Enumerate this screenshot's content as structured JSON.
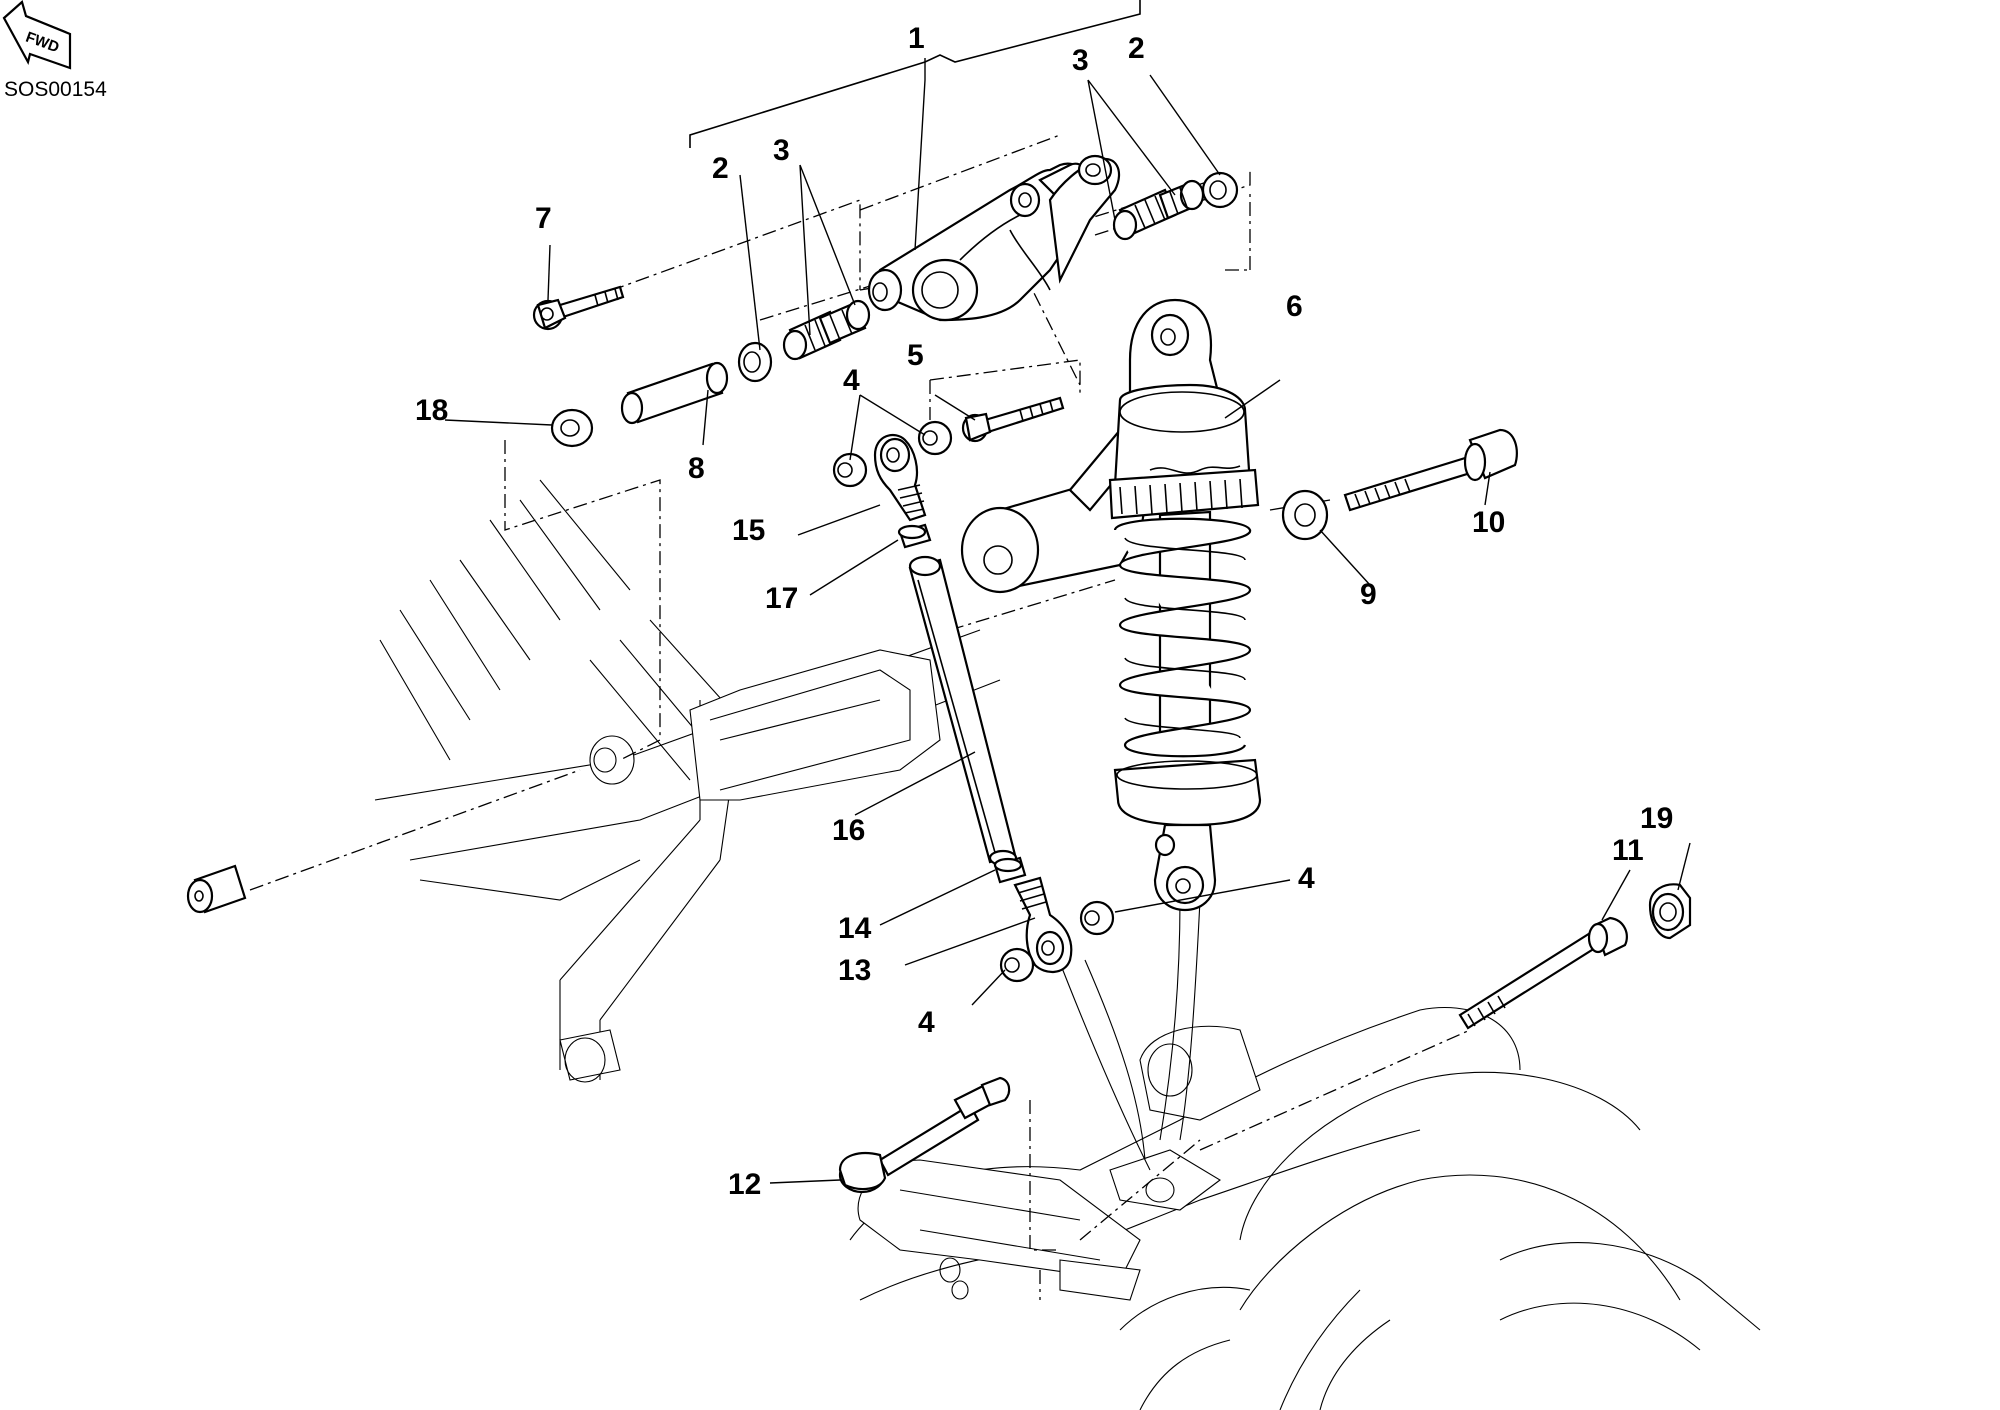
{
  "drawing": {
    "code": "SOS00154",
    "fwd_label": "FWD"
  },
  "callouts": {
    "c1": "1",
    "c2a": "2",
    "c2b": "2",
    "c3a": "3",
    "c3b": "3",
    "c4a": "4",
    "c4b": "4",
    "c4c": "4",
    "c5": "5",
    "c6": "6",
    "c7": "7",
    "c8": "8",
    "c9": "9",
    "c10": "10",
    "c11": "11",
    "c12": "12",
    "c13": "13",
    "c14": "14",
    "c15": "15",
    "c16": "16",
    "c17": "17",
    "c18": "18",
    "c19": "19"
  }
}
